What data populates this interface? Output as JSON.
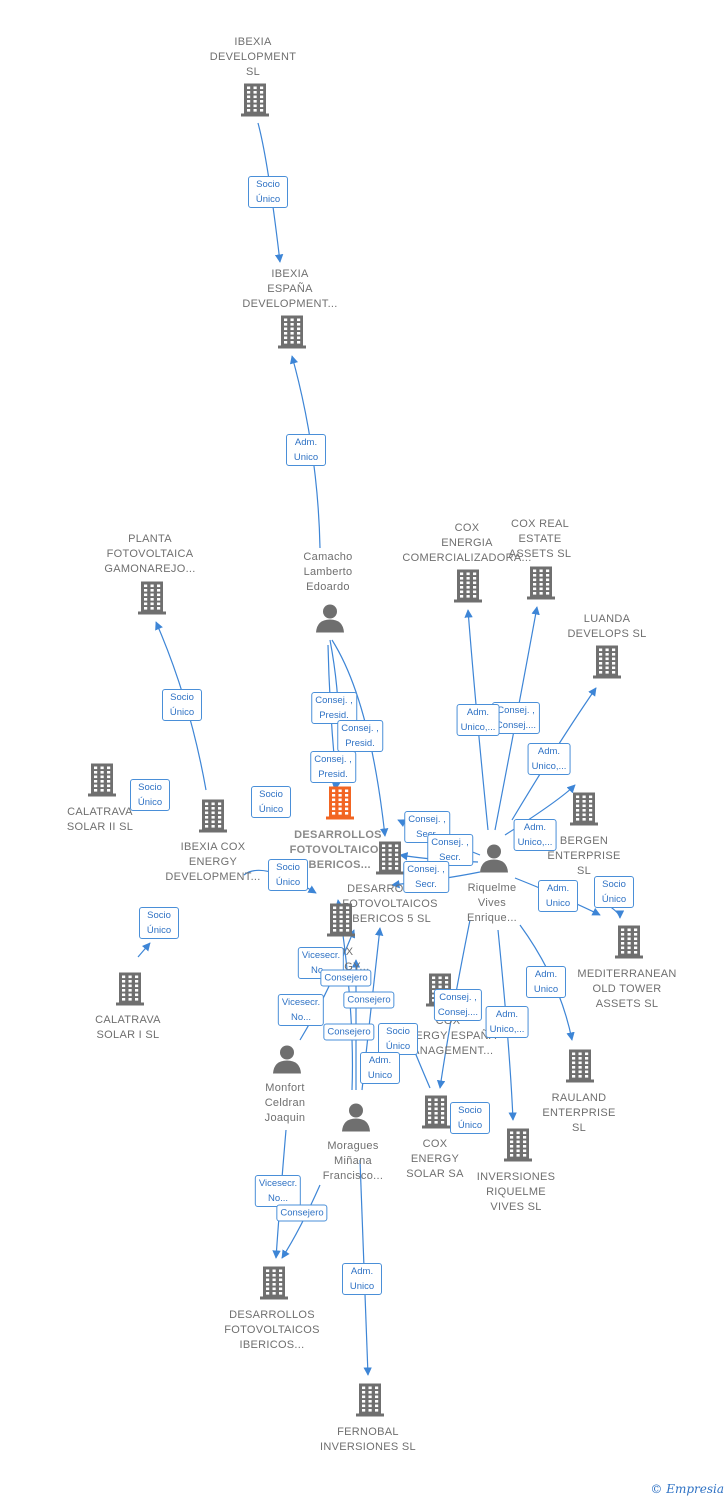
{
  "nodes": [
    {
      "id": "ibexia-dev",
      "label": "IBEXIA\nDEVELOPMENT\nSL",
      "kind": "company"
    },
    {
      "id": "ibexia-espana",
      "label": "IBEXIA\nESPAÑA\nDEVELOPMENT...",
      "kind": "company"
    },
    {
      "id": "planta-gamonarejo",
      "label": "PLANTA\nFOTOVOLTAICA\nGAMONAREJO...",
      "kind": "company"
    },
    {
      "id": "camacho",
      "label": "Camacho\nLamberto\nEdoardo",
      "kind": "person"
    },
    {
      "id": "cox-comercializadora",
      "label": "COX\nENERGIA\nCOMERCIALIZADORA...",
      "kind": "company"
    },
    {
      "id": "cox-real-estate",
      "label": "COX REAL\nESTATE\nASSETS  SL",
      "kind": "company"
    },
    {
      "id": "luanda",
      "label": "LUANDA\nDEVELOPS  SL",
      "kind": "company"
    },
    {
      "id": "calatrava-ii",
      "label": "CALATRAVA\nSOLAR II  SL",
      "kind": "company"
    },
    {
      "id": "ibexia-cox",
      "label": "IBEXIA COX\nENERGY\nDEVELOPMENT...",
      "kind": "company"
    },
    {
      "id": "dfi-central",
      "label": "DESARROLLOS\nFOTOVOLTAICOS\nIBERICOS...",
      "kind": "central"
    },
    {
      "id": "dfi-5",
      "label": "DESARROLLOS\nFOTOVOLTAICOS\nIBERICOS 5  SL",
      "kind": "company"
    },
    {
      "id": "bergen",
      "label": "BERGEN\nENTERPRISE\nSL",
      "kind": "company"
    },
    {
      "id": "riquelme",
      "label": "Riquelme\nVives\nEnrique...",
      "kind": "person"
    },
    {
      "id": "mediterranean",
      "label": "MEDITERRANEAN\nOLD TOWER\nASSETS  SL",
      "kind": "company"
    },
    {
      "id": "calatrava-i",
      "label": "CALATRAVA\nSOLAR I  SL",
      "kind": "company"
    },
    {
      "id": "cox-energy-x",
      "label": "COX\nENERGY...",
      "kind": "company"
    },
    {
      "id": "cox-espana-mgmt",
      "label": "COX\nENERGY ESPAÑA\nMANAGEMENT...",
      "kind": "company"
    },
    {
      "id": "monfort",
      "label": "Monfort\nCeldran\nJoaquin",
      "kind": "person"
    },
    {
      "id": "moragues",
      "label": "Moragues\nMiñana\nFrancisco...",
      "kind": "person"
    },
    {
      "id": "cox-energy-solar",
      "label": "COX\nENERGY\nSOLAR SA",
      "kind": "company"
    },
    {
      "id": "inversiones-riquelme",
      "label": "INVERSIONES\nRIQUELME\nVIVES  SL",
      "kind": "company"
    },
    {
      "id": "rauland",
      "label": "RAULAND\nENTERPRISE\nSL",
      "kind": "company"
    },
    {
      "id": "dfi-bottom",
      "label": "DESARROLLOS\nFOTOVOLTAICOS\nIBERICOS...",
      "kind": "company"
    },
    {
      "id": "fernobal",
      "label": "FERNOBAL\nINVERSIONES SL",
      "kind": "company"
    }
  ],
  "edge_labels": [
    "Socio\nÚnico",
    "Adm.\nUnico",
    "Socio\nÚnico",
    "Socio\nÚnico",
    "Socio\nÚnico",
    "Socio\nÚnico",
    "Socio\nÚnico",
    "Consej. ,\nPresid.",
    "Consej. ,\nPresid.",
    "Consej. ,\nPresid.",
    "Adm.\nUnico,...",
    "Consej. ,\nConsej....",
    "Adm.\nUnico,...",
    "Adm.\nUnico,...",
    "Consej. ,\nSecr.",
    "Consej. ,\nSecr.",
    "Consej. ,\nSecr.",
    "Adm.\nUnico",
    "Socio\nÚnico",
    "Adm.\nUnico",
    "Vicesecr.\nNo...",
    "Consejero",
    "Vicesecr.\nNo...",
    "Consejero",
    "Consejero",
    "Consej. ,\nConsej....",
    "Adm.\nUnico,...",
    "Socio\nÚnico",
    "Adm.\nUnico",
    "Socio\nÚnico",
    "Vicesecr.\nNo...",
    "Consejero",
    "Adm.\nUnico"
  ],
  "colors": {
    "edge": "#3d85d6",
    "icon": "#6f6f6f",
    "central_icon": "#f26522",
    "label_border": "#4a8fd8",
    "label_text": "#2f72c4"
  },
  "footer": {
    "copyright": "©",
    "brand": "Empresia"
  }
}
